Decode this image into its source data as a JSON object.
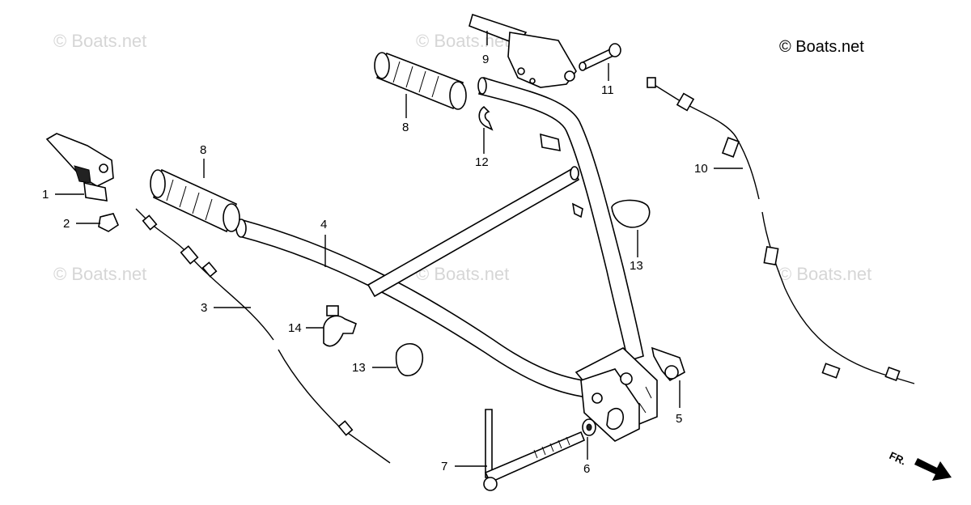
{
  "watermark_text": "© Boats.net",
  "copyright": "© Boats.net",
  "direction_label": "FR.",
  "callouts": [
    "1",
    "2",
    "3",
    "4",
    "5",
    "6",
    "7",
    "8",
    "8",
    "9",
    "10",
    "11",
    "12",
    "13",
    "13",
    "14"
  ]
}
